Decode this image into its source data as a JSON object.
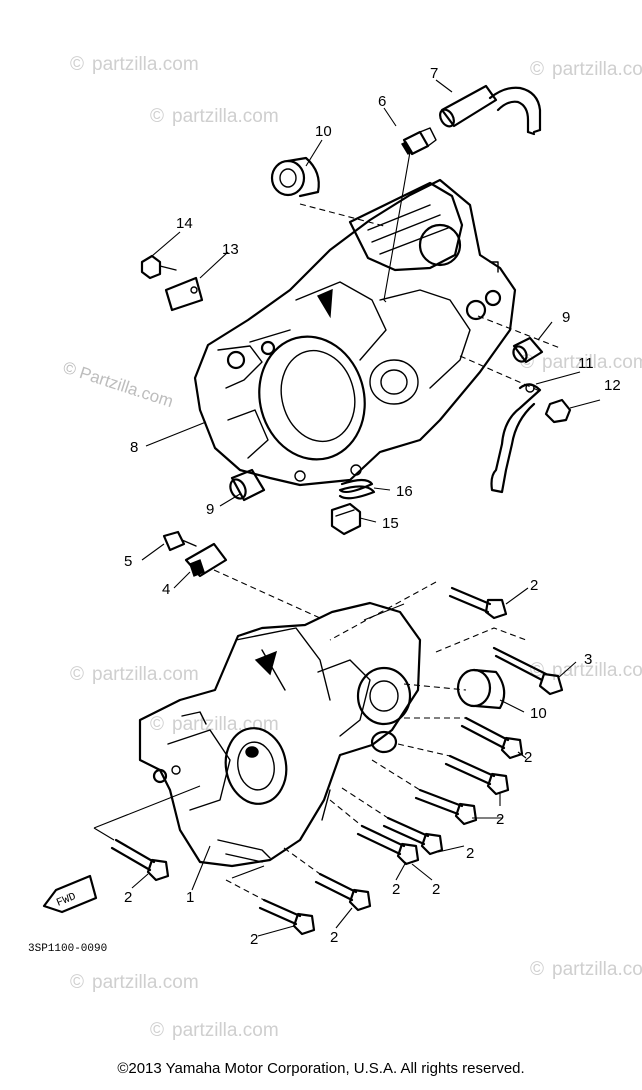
{
  "watermark": {
    "text": "© Partzilla.com",
    "symbol": "©",
    "domain": "partzilla.com"
  },
  "drawing_code": "3SP1100-0090",
  "direction_mark": "FWD",
  "copyright": "©2013 Yamaha Motor Corporation, U.S.A. All rights reserved.",
  "callouts": [
    "1",
    "2",
    "3",
    "4",
    "5",
    "6",
    "7",
    "8",
    "9",
    "10",
    "11",
    "12",
    "13",
    "14",
    "15",
    "16"
  ]
}
